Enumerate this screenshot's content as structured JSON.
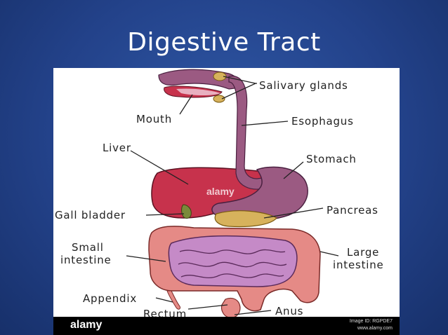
{
  "slide": {
    "title": "Digestive Tract"
  },
  "diagram": {
    "labels": {
      "salivary_glands": "Salivary glands",
      "mouth": "Mouth",
      "esophagus": "Esophagus",
      "liver": "Liver",
      "stomach": "Stomach",
      "gall_bladder": "Gall bladder",
      "pancreas": "Pancreas",
      "small_intestine_1": "Small",
      "small_intestine_2": "intestine",
      "large_intestine_1": "Large",
      "large_intestine_2": "intestine",
      "appendix": "Appendix",
      "rectum": "Rectum",
      "anus": "Anus"
    },
    "colors": {
      "liver": "#c7324c",
      "stomach": "#9b5a82",
      "pancreas": "#d7b25c",
      "small_intestine": "#c58ac7",
      "large_intestine": "#e58a86",
      "gall_bladder": "#7a8a3a"
    }
  },
  "watermark": {
    "logo": "alamy",
    "center": "alamy",
    "image_id": "Image ID: RGPDE7",
    "site": "www.alamy.com"
  }
}
